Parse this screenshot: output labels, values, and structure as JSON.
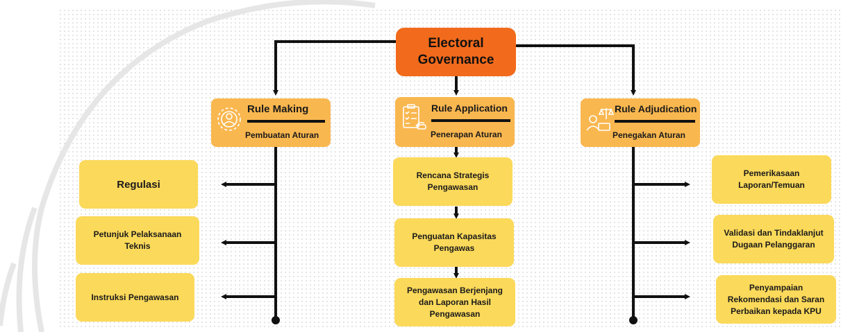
{
  "root": {
    "line1": "Electoral",
    "line2": "Governance"
  },
  "branches": [
    {
      "title": "Rule Making",
      "subtitle": "Pembuatan Aturan",
      "icon": "gear-person-icon",
      "items": [
        "Regulasi",
        "Petunjuk Pelaksanaan Teknis",
        "Instruksi Pengawasan"
      ]
    },
    {
      "title": "Rule Application",
      "subtitle": "Penerapan Aturan",
      "icon": "clipboard-checklist-icon",
      "items": [
        "Rencana Strategis Pengawasan",
        "Penguatan Kapasitas Pengawas",
        "Pengawasan Berjenjang dan Laporan Hasil Pengawasan"
      ]
    },
    {
      "title": "Rule Adjudication",
      "subtitle": "Penegakan Aturan",
      "icon": "judge-scales-icon",
      "items": [
        "Pemerikasaan Laporan/Temuan",
        "Validasi dan Tindaklanjut Dugaan Pelanggaran",
        "Penyampaian Rekomendasi dan Saran Perbaikan kepada KPU"
      ]
    }
  ],
  "colors": {
    "root": "#f26a1b",
    "category": "#f9b74f",
    "leaf": "#fbd95a",
    "line": "#111111"
  }
}
